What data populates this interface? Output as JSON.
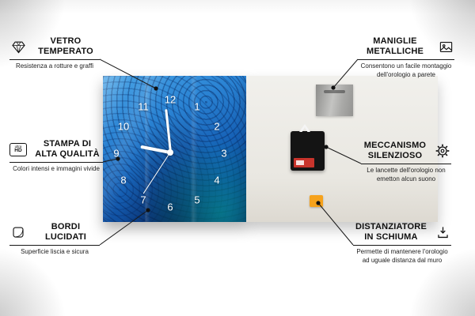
{
  "product": {
    "clock_numbers": [
      "1",
      "2",
      "3",
      "4",
      "5",
      "6",
      "7",
      "8",
      "9",
      "10",
      "11",
      "12"
    ],
    "ultra_hd_badge": {
      "line1": "ultra",
      "line2": "HD"
    }
  },
  "callouts": {
    "vetro": {
      "title": "VETRO TEMPERATO",
      "desc": "Resistenza a rotture e graffi",
      "icon": "diamond-icon"
    },
    "stampa": {
      "title": "STAMPA DI ALTA QUALITÀ",
      "desc": "Colori intensi e immagini vivide",
      "icon": "ultra-hd-icon"
    },
    "bordi": {
      "title": "BORDI LUCIDATI",
      "desc": "Superficie liscia e sicura",
      "icon": "polished-edge-icon"
    },
    "maniglie": {
      "title": "MANIGLIE METALLICHE",
      "desc": "Consentono un facile montaggio dell'orologio a parete",
      "icon": "picture-frame-icon"
    },
    "meccanismo": {
      "title": "MECCANISMO SILENZIOSO",
      "desc": "Le lancette dell'orologio non emetton alcun suono",
      "icon": "gear-icon"
    },
    "distanziatore": {
      "title": "DISTANZIATORE IN SCHIUMA",
      "desc": "Permette di mantenere l'orologio ad uguale distanza dal muro",
      "icon": "spacer-icon"
    }
  },
  "colors": {
    "front_blue": "#1661b6",
    "foam_orange": "#f6a21c",
    "battery_red": "#c8342c",
    "metal_gray": "#a9a9a7",
    "line_black": "#161616"
  }
}
